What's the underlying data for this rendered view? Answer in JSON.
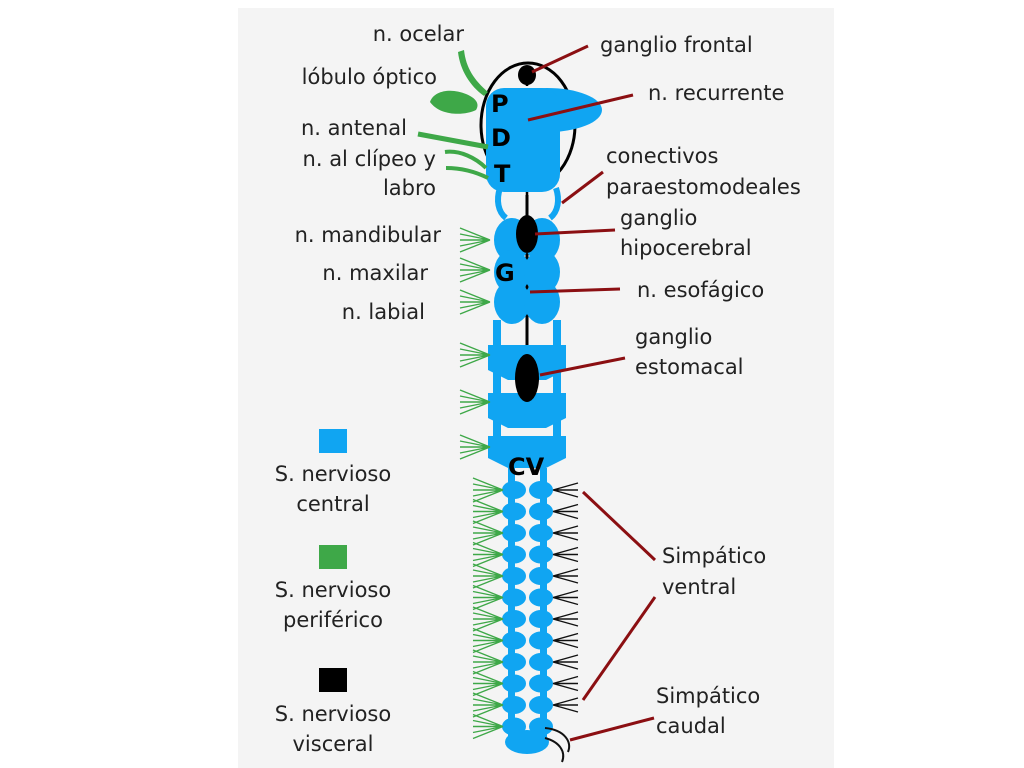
{
  "colors": {
    "central": "#10a5f2",
    "peripheral": "#3ea848",
    "visceral": "#000000",
    "leader": "#8b0f12",
    "panel": "#f4f4f4"
  },
  "region_labels": {
    "p": "P",
    "d": "D",
    "t": "T",
    "g": "G",
    "cv": "CV"
  },
  "labels": {
    "ocelar": "n. ocelar",
    "lobulo_optico": "lóbulo óptico",
    "antenal": "n. antenal",
    "clipeo_line1": "n. al clípeo y",
    "clipeo_line2": "labro",
    "mandibular": "n. mandibular",
    "maxilar": "n. maxilar",
    "labial": "n. labial",
    "ganglio_frontal": "ganglio frontal",
    "recurrente": "n. recurrente",
    "conectivos_line1": "conectivos",
    "conectivos_line2": "paraestomodeales",
    "hipocerebral_line1": "ganglio",
    "hipocerebral_line2": "hipocerebral",
    "esofagico": "n. esofágico",
    "estomacal_line1": "ganglio",
    "estomacal_line2": "estomacal",
    "simpatico_ventral_line1": "Simpático",
    "simpatico_ventral_line2": "ventral",
    "simpatico_caudal_line1": "Simpático",
    "simpatico_caudal_line2": "caudal"
  },
  "legend": [
    {
      "line1": "S. nervioso",
      "line2": "central",
      "color": "#10a5f2"
    },
    {
      "line1": "S. nervioso",
      "line2": "periférico",
      "color": "#3ea848"
    },
    {
      "line1": "S. nervioso",
      "line2": "visceral",
      "color": "#000000"
    }
  ]
}
